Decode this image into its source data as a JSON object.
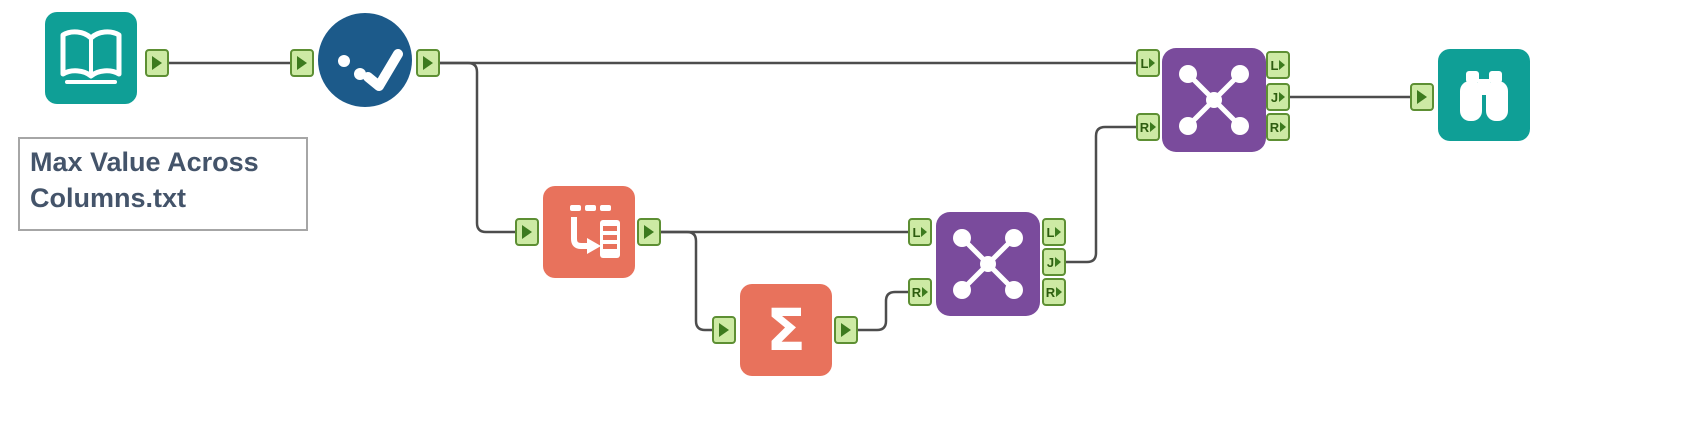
{
  "canvas": {
    "background": "#ffffff",
    "wire_color": "#4d4d4d"
  },
  "annotation": {
    "line1": "Max Value Across",
    "line2": "Columns.txt",
    "text_color": "#44546a",
    "border_color": "#a6a6a6"
  },
  "colors": {
    "teal": "#0f9f96",
    "blue": "#1c5a8a",
    "salmon": "#e8725c",
    "purple": "#7a4b9c",
    "anchor_bg": "#cdeaa4",
    "anchor_border": "#5d8f33",
    "anchor_arrow": "#3c7a1e"
  },
  "tools": [
    {
      "id": "input-data",
      "icon": "open-book-icon",
      "color": "#0f9f96"
    },
    {
      "id": "select",
      "icon": "checkmark-dots-icon",
      "color": "#1c5a8a"
    },
    {
      "id": "transpose",
      "icon": "transpose-arrow-table-icon",
      "color": "#e8725c"
    },
    {
      "id": "summarize",
      "icon": "sigma-icon",
      "glyph": "Σ",
      "color": "#e8725c"
    },
    {
      "id": "join-lower",
      "icon": "join-network-icon",
      "color": "#7a4b9c"
    },
    {
      "id": "join-upper",
      "icon": "join-network-icon",
      "color": "#7a4b9c"
    },
    {
      "id": "browse",
      "icon": "binoculars-icon",
      "color": "#0f9f96"
    }
  ],
  "anchor_labels": {
    "L": "L",
    "J": "J",
    "R": "R"
  }
}
